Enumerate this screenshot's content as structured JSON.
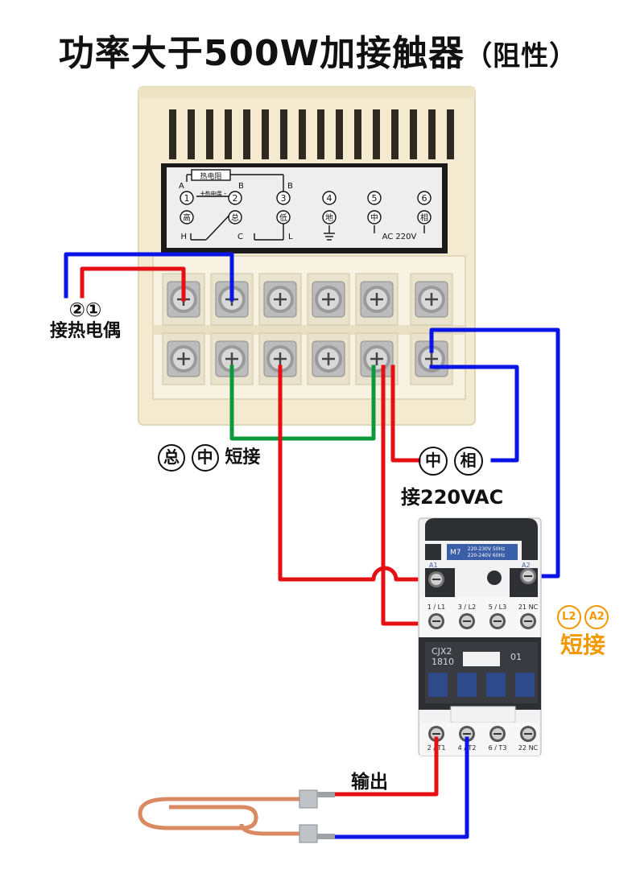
{
  "title": {
    "main": "功率大于500W加接触器",
    "sub": "（阻性）"
  },
  "controller": {
    "diagram_labels": {
      "thermistor": "热电阻",
      "thermocouple": "热电偶",
      "a": "A",
      "b1": "B",
      "b2": "B",
      "h": "H",
      "c": "C",
      "l": "L",
      "plus": "+",
      "minus": "-",
      "ac": "AC 220V"
    },
    "terminals": [
      {
        "num": "1",
        "name": "高"
      },
      {
        "num": "2",
        "name": "总"
      },
      {
        "num": "3",
        "name": "低"
      },
      {
        "num": "4",
        "name": "地"
      },
      {
        "num": "5",
        "name": "中"
      },
      {
        "num": "6",
        "name": "相"
      }
    ]
  },
  "annotations": {
    "thermocouple": {
      "circles": [
        "②",
        "①"
      ],
      "text": "接热电偶"
    },
    "short_total_mid": {
      "circles": [
        "总",
        "中"
      ],
      "text": "短接"
    },
    "power": {
      "circles": [
        "中",
        "相"
      ],
      "text": "接220VAC"
    },
    "contactor_short": {
      "circles": [
        "L2",
        "A2"
      ],
      "text": "短接"
    },
    "output": "输出"
  },
  "contactor": {
    "coil_a1": "A1",
    "coil_a2": "A2",
    "rating_line1": "220-230V 50Hz",
    "rating_line2": "220-240V 60Hz",
    "rating_prefix": "M7",
    "model1": "CJX2",
    "model2": "1810",
    "aux": "01",
    "top_terminals": [
      "1 / L1",
      "3 / L2",
      "5 / L3",
      "21 NC"
    ],
    "bottom_terminals": [
      "2 / T1",
      "4 / T2",
      "6 / T3",
      "22 NC"
    ]
  },
  "colors": {
    "wire_blue": "#0a14e6",
    "wire_red": "#e60f14",
    "wire_green": "#0a9a3c",
    "wire_orange": "#f39800",
    "housing": "#f3ead0",
    "contactor_white": "#f2f2f2",
    "contactor_dark": "#2e2f33",
    "label_blue": "#3a5ea8",
    "heater_copper": "#d98a62"
  }
}
